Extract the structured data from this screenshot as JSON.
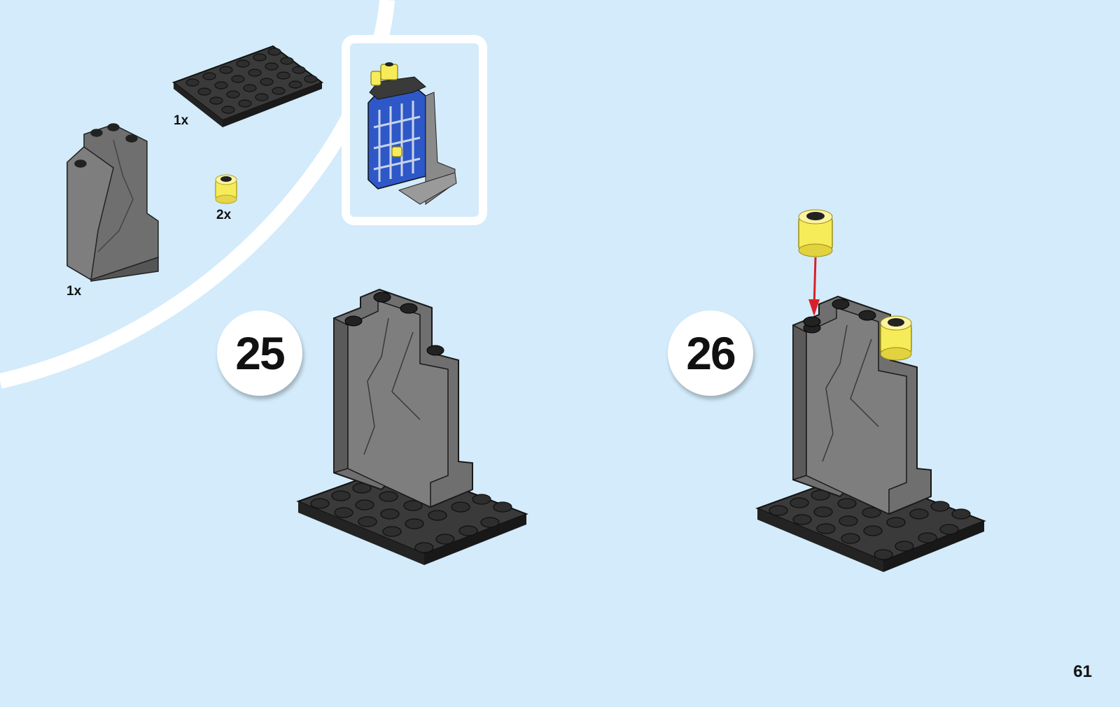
{
  "parts_callout": {
    "items": [
      {
        "name": "rock panel",
        "quantity": "1x"
      },
      {
        "name": "plate 4x6",
        "quantity": "1x"
      },
      {
        "name": "round brick transparent yellow",
        "quantity": "2x"
      }
    ]
  },
  "steps": [
    {
      "number": "25"
    },
    {
      "number": "26"
    }
  ],
  "page": {
    "number": "61"
  },
  "colors": {
    "background": "#d3ebfa",
    "dark_gray": "#2b2b2b",
    "stone_gray": "#7a7a7a",
    "trans_yellow": "#f6ec5a",
    "arrow_red": "#d9202a",
    "blue": "#2e58c8"
  }
}
